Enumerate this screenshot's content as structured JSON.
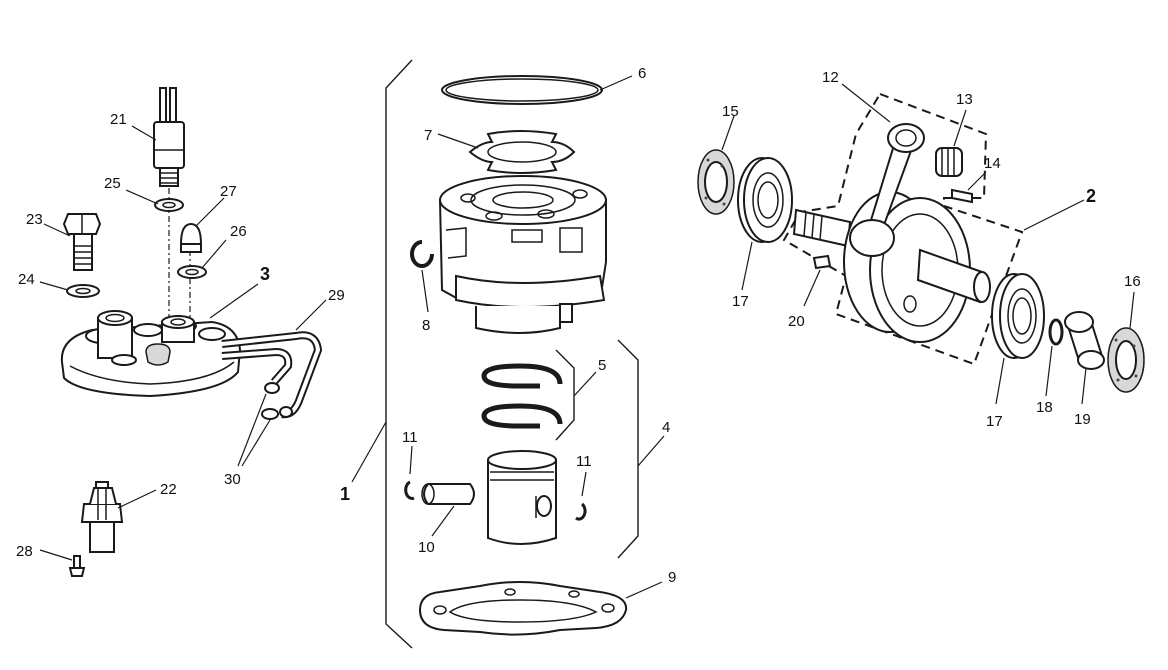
{
  "callouts": {
    "c1": "1",
    "c2": "2",
    "c3": "3",
    "c4": "4",
    "c5": "5",
    "c6": "6",
    "c7": "7",
    "c8": "8",
    "c9": "9",
    "c10": "10",
    "c11a": "11",
    "c11b": "11",
    "c12": "12",
    "c13": "13",
    "c14": "14",
    "c15": "15",
    "c16": "16",
    "c17a": "17",
    "c17b": "17",
    "c18": "18",
    "c19": "19",
    "c20": "20",
    "c21": "21",
    "c22": "22",
    "c23": "23",
    "c24": "24",
    "c25": "25",
    "c26": "26",
    "c27": "27",
    "c28": "28",
    "c29": "29",
    "c30": "30"
  }
}
